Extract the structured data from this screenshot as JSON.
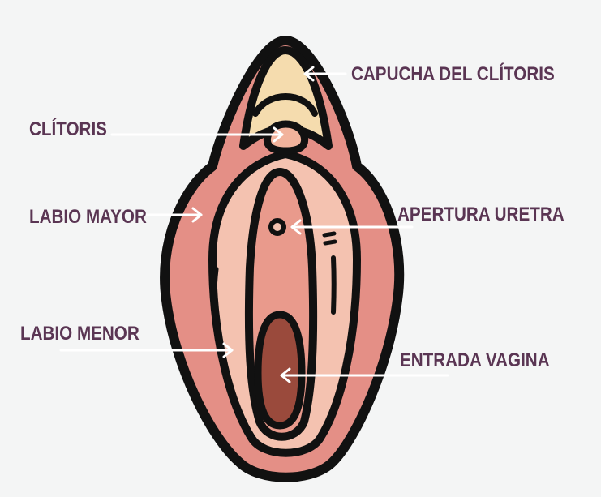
{
  "labels": {
    "clitoral_hood": "CAPUCHA DEL CLÍTORIS",
    "clitoris": "CLÍTORIS",
    "labia_majora": "LABIO MAYOR",
    "urethral_opening": "APERTURA URETRA",
    "labia_minora": "LABIO MENOR",
    "vaginal_entrance": "ENTRADA VAGINA"
  },
  "colors": {
    "background": "#f4f5f5",
    "label_text": "#5a3553",
    "outline": "#111111",
    "outer_labia": "#e48f86",
    "inner_skin": "#f4c2b0",
    "hood": "#f5dcae",
    "clitoris": "#f2b39c",
    "inner_labia": "#e99a8c",
    "vaginal_opening": "#9a4a3c",
    "arrows": "#ffffff"
  }
}
